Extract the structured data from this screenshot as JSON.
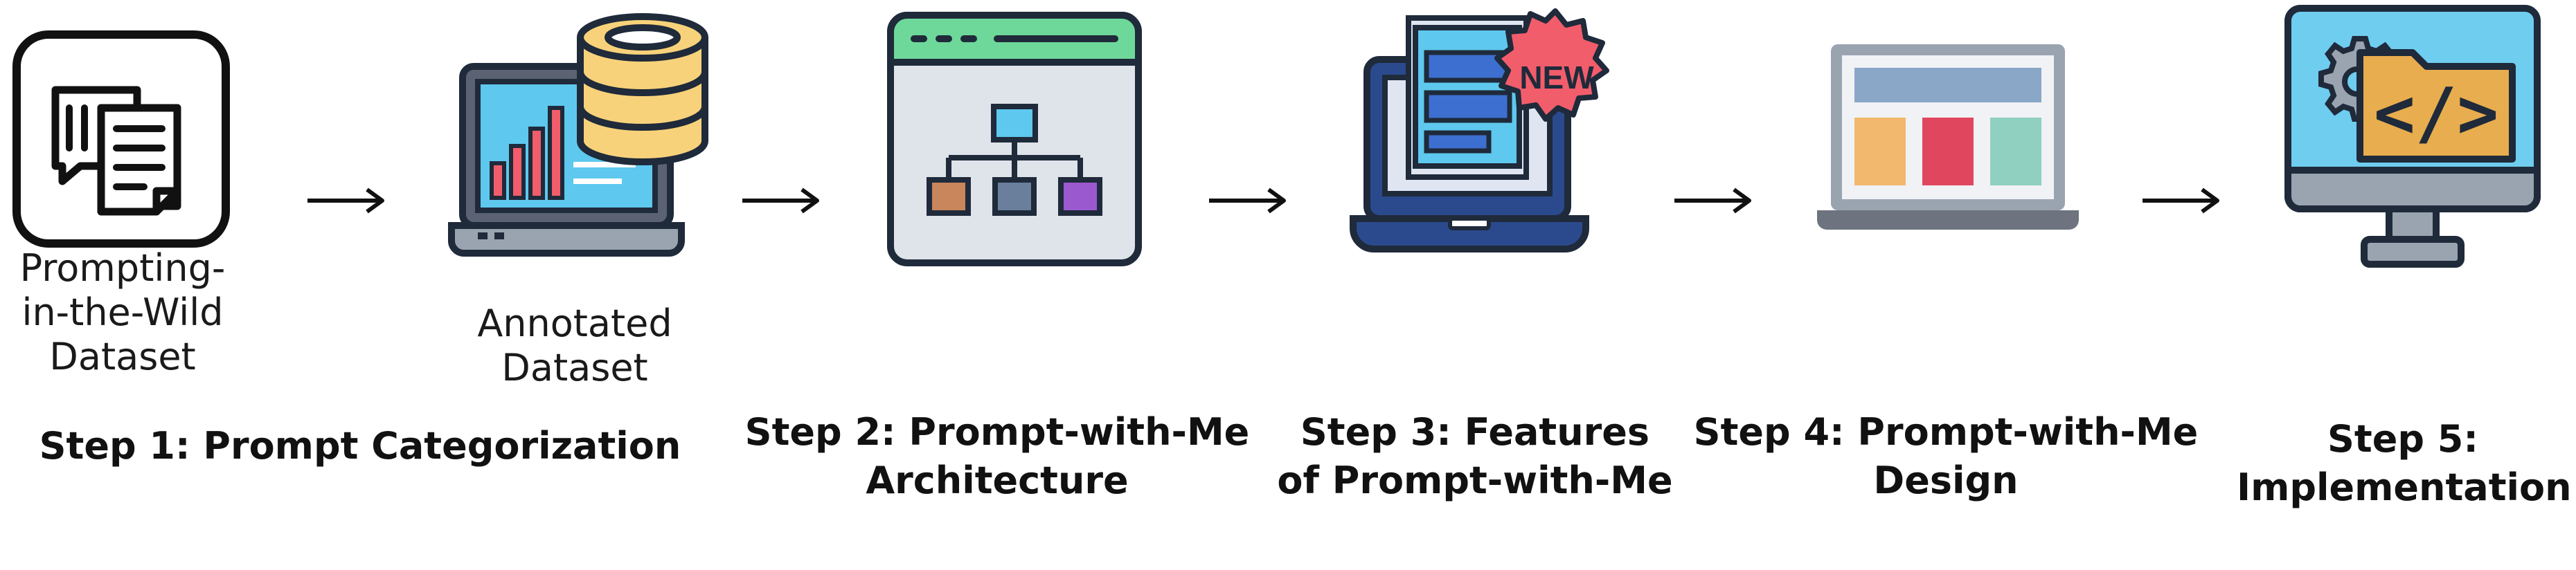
{
  "diagram": {
    "datasets": {
      "raw": "Prompting-\nin-the-Wild\nDataset",
      "annotated": "Annotated\nDataset"
    },
    "steps": [
      {
        "label": "Step 1: Prompt Categorization"
      },
      {
        "label": "Step 2: Prompt-with-Me\nArchitecture"
      },
      {
        "label": "Step 3: Features\nof Prompt-with-Me"
      },
      {
        "label": "Step 4: Prompt-with-Me\nDesign"
      },
      {
        "label": "Step 5:\nImplementation"
      }
    ],
    "icons": [
      "documents-icon",
      "laptop-database-icon",
      "architecture-window-icon",
      "new-feature-laptop-icon",
      "design-laptop-icon",
      "code-monitor-icon"
    ],
    "icon_texts": {
      "new_badge": "NEW",
      "code_symbol": "</>"
    },
    "colors": {
      "outline": "#1f2a3a",
      "green": "#6ed89a",
      "blue": "#5ec8ee",
      "yellow": "#f7d27a",
      "red": "#f25d6b",
      "orange": "#e8a268",
      "purple": "#9b59d0",
      "gray": "#9aa4b1",
      "navy": "#2b4a8e"
    }
  }
}
